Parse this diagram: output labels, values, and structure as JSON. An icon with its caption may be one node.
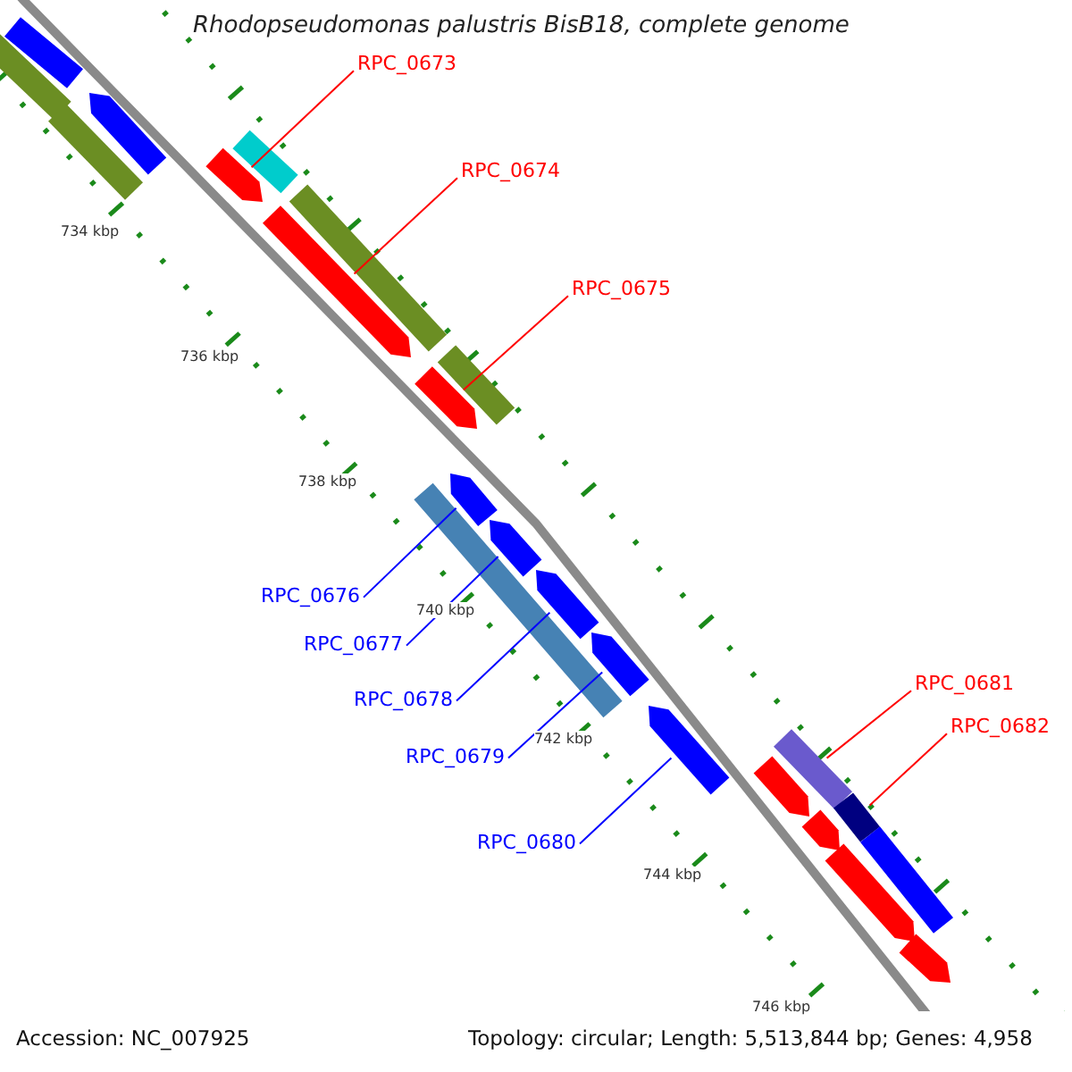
{
  "diagram": {
    "title": "Rhodopseudomonas palustris BisB18, complete genome",
    "nodes": [
      {
        "text": [
          "RPC_0673"
        ]
      },
      {
        "text": [
          "RPC_0674"
        ]
      },
      {
        "text": [
          "RPC_0675"
        ]
      },
      {
        "text": [
          "RPC_0676"
        ]
      },
      {
        "text": [
          "RPC_0677"
        ]
      },
      {
        "text": [
          "RPC_0678"
        ]
      },
      {
        "text": [
          "RPC_0679"
        ]
      },
      {
        "text": [
          "RPC_0680"
        ]
      },
      {
        "text": [
          "RPC_0681"
        ]
      },
      {
        "text": [
          "RPC_0682"
        ]
      },
      {
        "text": [],
        "shape": "arrow"
      },
      {
        "text": [],
        "shape": "arrow"
      },
      {
        "text": [],
        "shape": "arrow"
      },
      {
        "text": [],
        "shape": "arrow"
      },
      {
        "text": [],
        "shape": "arrow"
      },
      {
        "text": [],
        "shape": "arrow"
      },
      {
        "text": [],
        "shape": "arrow"
      },
      {
        "text": [],
        "shape": "arrow"
      },
      {
        "text": [],
        "shape": "arrow"
      },
      {
        "text": [],
        "shape": "arrow"
      },
      {
        "text": [],
        "shape": "box"
      },
      {
        "text": [],
        "shape": "box"
      },
      {
        "text": [],
        "shape": "arrow"
      },
      {
        "text": [],
        "shape": "arrow"
      },
      {
        "text": [],
        "shape": "box"
      },
      {
        "text": [],
        "shape": "box"
      },
      {
        "text": [],
        "shape": "box"
      },
      {
        "text": [],
        "shape": "box"
      },
      {
        "text": [],
        "shape": "box"
      },
      {
        "text": [],
        "shape": "box"
      },
      {
        "text": [],
        "shape": "box"
      },
      {
        "text": [],
        "shape": "arrow"
      },
      {
        "text": [],
        "shape": "arrow"
      }
    ],
    "edges": [
      {
        "from": 0,
        "to": 10,
        "arrow": "none",
        "color": "#ff0000"
      },
      {
        "from": 1,
        "to": 11,
        "arrow": "none",
        "color": "#ff0000"
      },
      {
        "from": 2,
        "to": 12,
        "arrow": "none",
        "color": "#ff0000"
      },
      {
        "from": 3,
        "to": 13,
        "arrow": "none",
        "color": "#0000ff"
      },
      {
        "from": 4,
        "to": 14,
        "arrow": "none",
        "color": "#0000ff"
      },
      {
        "from": 5,
        "to": 15,
        "arrow": "none",
        "color": "#0000ff"
      },
      {
        "from": 6,
        "to": 16,
        "arrow": "none",
        "color": "#0000ff"
      },
      {
        "from": 7,
        "to": 17,
        "arrow": "none",
        "color": "#0000ff"
      },
      {
        "from": 8,
        "to": 28,
        "arrow": "none",
        "color": "#ff0000"
      },
      {
        "from": 9,
        "to": 29,
        "arrow": "none",
        "color": "#ff0000"
      }
    ],
    "labels": [
      "734 kbp",
      "736 kbp",
      "738 kbp",
      "740 kbp",
      "742 kbp",
      "744 kbp",
      "746 kbp",
      "Accession: NC_007925",
      "Topology: circular; Length: 5,513,844 bp; Genes: 4,958"
    ]
  }
}
